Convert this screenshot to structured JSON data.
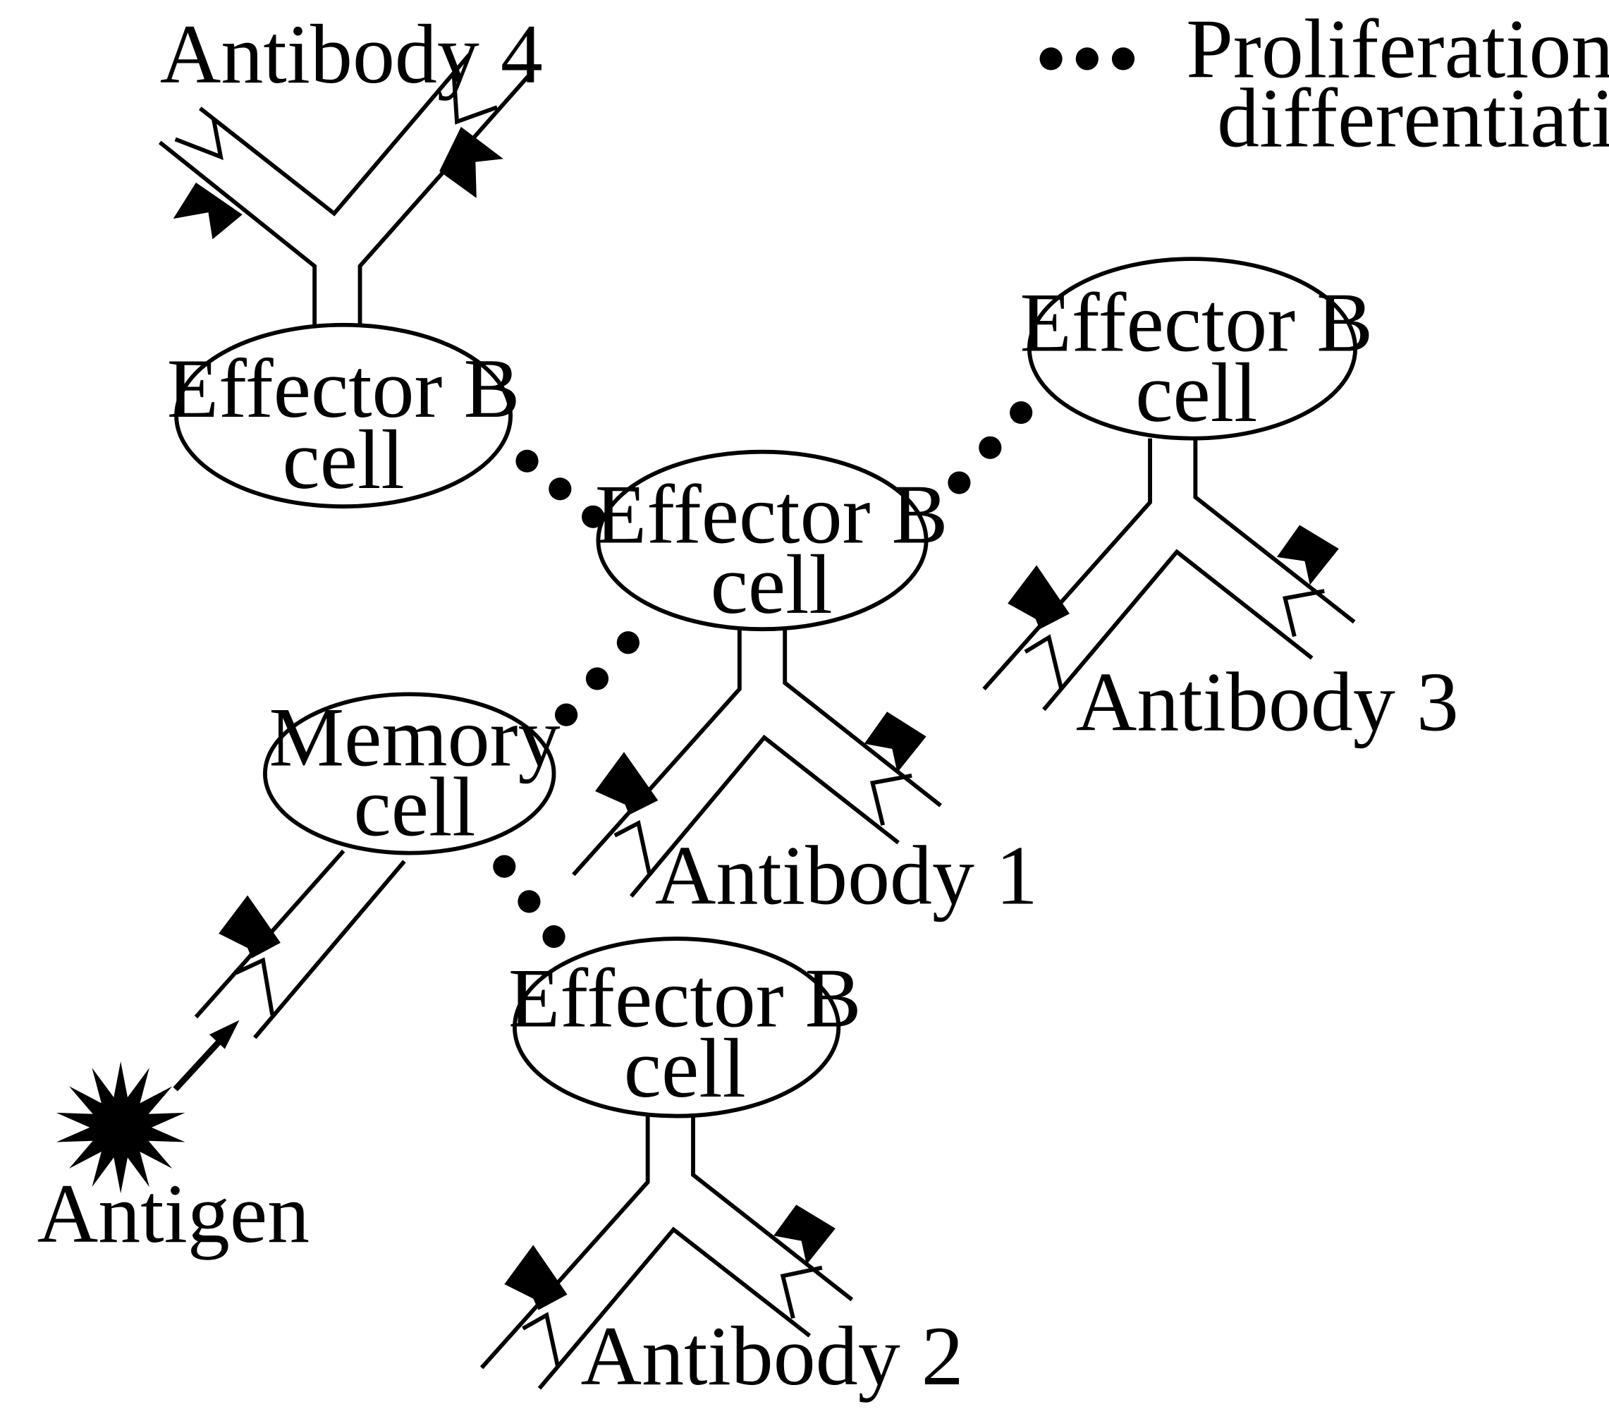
{
  "legend": {
    "symbol": "dots",
    "line1": "Proliferation and",
    "line2": "differentiation"
  },
  "cells": {
    "effector_top_left": {
      "line1": "Effector B",
      "line2": "cell"
    },
    "effector_center": {
      "line1": "Effector B",
      "line2": "cell"
    },
    "effector_right": {
      "line1": "Effector B",
      "line2": "cell"
    },
    "memory": {
      "line1": "Memory",
      "line2": "cell"
    },
    "effector_bottom": {
      "line1": "Effector B",
      "line2": "cell"
    }
  },
  "labels": {
    "antibody_1": "Antibody 1",
    "antibody_2": "Antibody 2",
    "antibody_3": "Antibody 3",
    "antibody_4": "Antibody 4",
    "antigen": "Antigen"
  },
  "colors": {
    "ink": "#000000",
    "paper": "#ffffff"
  },
  "icons": {
    "antigen": "starburst-icon",
    "arrow": "arrow-icon"
  }
}
